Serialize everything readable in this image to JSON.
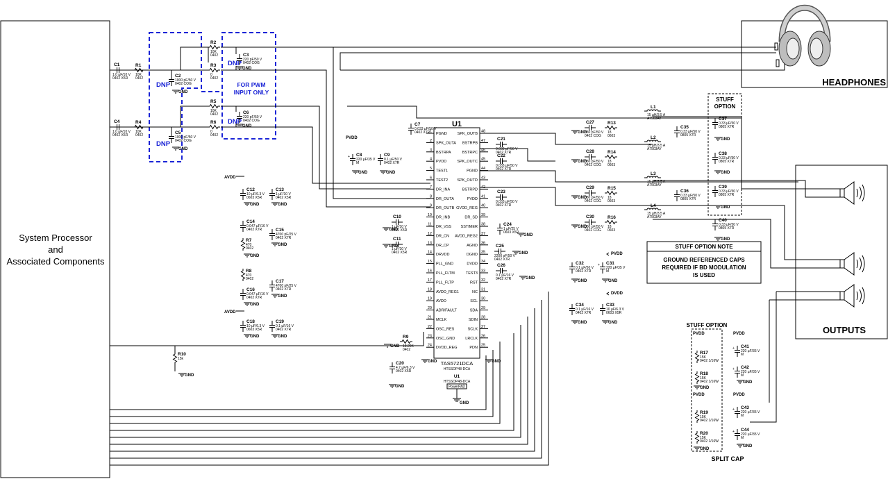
{
  "processor": {
    "line1": "System Processor",
    "line2": "and",
    "line3": "Associated Components"
  },
  "headphones_label": "HEADPHONES",
  "outputs_label": "OUTPUTS",
  "dnp": "DNP",
  "pwm_note": {
    "line1": "FOR PWM",
    "line2": "INPUT ONLY"
  },
  "stuff_option": {
    "line1": "STUFF",
    "line2": "OPTION"
  },
  "stuff_option_2": "STUFF OPTION",
  "stuff_note": {
    "title": "STUFF OPTION NOTE",
    "line1": "GROUND REFERENCED CAPS",
    "line2": "REQUIRED IF BD MODULATION",
    "line3": "IS USED"
  },
  "split_cap": "SPLIT CAP",
  "u1": {
    "ref": "U1",
    "part": "TAS5721DCA",
    "part2": "HTSSOP48-DCA",
    "pad_ref": "U1",
    "pad_part": "HTSSOP48-DCA",
    "pad_label": "PowerPAD"
  },
  "nets": {
    "gnd": "GND",
    "pvdd": "PVDD",
    "avdd": "AVDD",
    "dvdd": "DVDD"
  },
  "left_pins": [
    {
      "n": "1",
      "name": "PGND"
    },
    {
      "n": "2",
      "name": "SPK_OUTA"
    },
    {
      "n": "3",
      "name": "BSTRPA"
    },
    {
      "n": "4",
      "name": "PVDD"
    },
    {
      "n": "5",
      "name": "TEST1"
    },
    {
      "n": "6",
      "name": "TEST2"
    },
    {
      "n": "7",
      "name": "DR_INA"
    },
    {
      "n": "8",
      "name": "DR_OUTA"
    },
    {
      "n": "9",
      "name": "DR_OUTB"
    },
    {
      "n": "10",
      "name": "DR_INB"
    },
    {
      "n": "11",
      "name": "DR_VSS"
    },
    {
      "n": "12",
      "name": "DR_CN"
    },
    {
      "n": "13",
      "name": "DR_CP"
    },
    {
      "n": "14",
      "name": "DRVDD"
    },
    {
      "n": "15",
      "name": "PLL_GND"
    },
    {
      "n": "16",
      "name": "PLL_FLTM"
    },
    {
      "n": "17",
      "name": "PLL_FLTP"
    },
    {
      "n": "18",
      "name": "AVDD_REG1"
    },
    {
      "n": "19",
      "name": "AVDD"
    },
    {
      "n": "20",
      "name": "ADR/FAULT"
    },
    {
      "n": "21",
      "name": "MCLK"
    },
    {
      "n": "22",
      "name": "OSC_RES"
    },
    {
      "n": "23",
      "name": "OSC_GND"
    },
    {
      "n": "24",
      "name": "DVDD_REG"
    }
  ],
  "right_pins": [
    {
      "n": "48",
      "name": "SPK_OUTB"
    },
    {
      "n": "47",
      "name": "BSTRPB"
    },
    {
      "n": "46",
      "name": "BSTRPC"
    },
    {
      "n": "45",
      "name": "SPK_OUTC"
    },
    {
      "n": "44",
      "name": "PGND"
    },
    {
      "n": "43",
      "name": "SPK_OUTD"
    },
    {
      "n": "42",
      "name": "BSTRPD"
    },
    {
      "n": "41",
      "name": "PVDD"
    },
    {
      "n": "40",
      "name": "GVDD_REG"
    },
    {
      "n": "39",
      "name": "DR_SD"
    },
    {
      "n": "38",
      "name": "SSTIMER"
    },
    {
      "n": "37",
      "name": "AVDD_REG2"
    },
    {
      "n": "36",
      "name": "AGND"
    },
    {
      "n": "35",
      "name": "DGND"
    },
    {
      "n": "34",
      "name": "DVDD"
    },
    {
      "n": "33",
      "name": "TEST3"
    },
    {
      "n": "32",
      "name": "RST"
    },
    {
      "n": "31",
      "name": "NC"
    },
    {
      "n": "30",
      "name": "SCL"
    },
    {
      "n": "29",
      "name": "SDA"
    },
    {
      "n": "28",
      "name": "SDIN"
    },
    {
      "n": "27",
      "name": "SCLK"
    },
    {
      "n": "26",
      "name": "LRCLK"
    },
    {
      "n": "25",
      "name": "PDN"
    }
  ],
  "components": [
    {
      "ref": "C1",
      "v1": "1.0 µF/10 V",
      "v2": "0402 X5R"
    },
    {
      "ref": "R1",
      "v1": "10K",
      "v2": "0402"
    },
    {
      "ref": "C4",
      "v1": "1.0 µF/10 V",
      "v2": "0402 X5R"
    },
    {
      "ref": "R4",
      "v1": "10K",
      "v2": "0402"
    },
    {
      "ref": "R2",
      "v1": "10K",
      "v2": "0402"
    },
    {
      "ref": "R3",
      "v1": "0",
      "v2": "0402"
    },
    {
      "ref": "R5",
      "v1": "10K",
      "v2": "0402"
    },
    {
      "ref": "R6",
      "v1": "0",
      "v2": "0402"
    },
    {
      "ref": "C2",
      "v1": "1000 pF/50 V",
      "v2": "0402 COG"
    },
    {
      "ref": "C5",
      "v1": "1000 pF/50 V",
      "v2": "0402 COG"
    },
    {
      "ref": "C3",
      "v1": "220 pF/50 V",
      "v2": "0402 COG"
    },
    {
      "ref": "C6",
      "v1": "220 pF/50 V",
      "v2": "0402 COG"
    },
    {
      "ref": "C7",
      "v1": "0.033 µF/50 V",
      "v2": "0402 X7R"
    },
    {
      "ref": "C8",
      "v1": "220 µF/35 V",
      "v2": "M"
    },
    {
      "ref": "C9",
      "v1": "0.1 µF/50 V",
      "v2": "0402 X7R"
    },
    {
      "ref": "C10",
      "v1": "1 µF/10 V",
      "v2": "0402 X5R"
    },
    {
      "ref": "C11",
      "v1": "1 µF/10 V",
      "v2": "0402 X5R"
    },
    {
      "ref": "C12",
      "v1": "10 µF/6.3 V",
      "v2": "0603 X5R"
    },
    {
      "ref": "C13",
      "v1": "1 µF/10 V",
      "v2": "0402 X5R"
    },
    {
      "ref": "C14",
      "v1": "0.047 µF/16 V",
      "v2": "0402 X7R"
    },
    {
      "ref": "R7",
      "v1": "470",
      "v2": "0402"
    },
    {
      "ref": "C15",
      "v1": "4700 pF/25 V",
      "v2": "0402 X7R"
    },
    {
      "ref": "R8",
      "v1": "470",
      "v2": "0402"
    },
    {
      "ref": "C16",
      "v1": "0.047 µF/16 V",
      "v2": "0402 X7R"
    },
    {
      "ref": "C17",
      "v1": "4700 pF/25 V",
      "v2": "0402 X7R"
    },
    {
      "ref": "C18",
      "v1": "10 µF/6.3 V",
      "v2": "0603 X5R"
    },
    {
      "ref": "C19",
      "v1": "0.1 µF/16 V",
      "v2": "0402 X7R"
    },
    {
      "ref": "R9",
      "v1": "18.20K",
      "v2": "0402"
    },
    {
      "ref": "C20",
      "v1": "4.7 µF/6.3 V",
      "v2": "0402 X5R"
    },
    {
      "ref": "C21",
      "v1": "0.033 µF/50 V",
      "v2": "0402 X7R"
    },
    {
      "ref": "C22",
      "v1": "0.033 µF/50 V",
      "v2": "0402 X7R"
    },
    {
      "ref": "C23",
      "v1": "0.033 µF/50 V",
      "v2": "0402 X7R"
    },
    {
      "ref": "C24",
      "v1": "1 µF/25 V",
      "v2": "0603 X5R"
    },
    {
      "ref": "C25",
      "v1": "2200 pF/50 V",
      "v2": "0402 X7R"
    },
    {
      "ref": "C26",
      "v1": "0.1 µF/16 V",
      "v2": "0402 X7R"
    },
    {
      "ref": "C27",
      "v1": "330 pF/50 V",
      "v2": "0402 COG"
    },
    {
      "ref": "C28",
      "v1": "330 pF/50 V",
      "v2": "0402 COG"
    },
    {
      "ref": "C29",
      "v1": "330 pF/50 V",
      "v2": "0402 COG"
    },
    {
      "ref": "C30",
      "v1": "330 pF/50 V",
      "v2": "0402 COG"
    },
    {
      "ref": "R13",
      "v1": "18",
      "v2": "0603"
    },
    {
      "ref": "R14",
      "v1": "18",
      "v2": "0603"
    },
    {
      "ref": "R15",
      "v1": "18",
      "v2": "0603"
    },
    {
      "ref": "R16",
      "v1": "18",
      "v2": "0603"
    },
    {
      "ref": "L1",
      "v1": "15 µH/3.5 A",
      "v2": "A7503AY"
    },
    {
      "ref": "L2",
      "v1": "15 µH/3.5 A",
      "v2": "A7503AY"
    },
    {
      "ref": "L3",
      "v1": "15 µH/3.5 A",
      "v2": "A7503AY"
    },
    {
      "ref": "L4",
      "v1": "15 µH/3.5 A",
      "v2": "A7503AY"
    },
    {
      "ref": "C35",
      "v1": "0.33 µF/50 V",
      "v2": "0805 X7R"
    },
    {
      "ref": "C36",
      "v1": "0.33 µF/50 V",
      "v2": "0805 X7R"
    },
    {
      "ref": "C37",
      "v1": "0.33 µF/50 V",
      "v2": "0805 X7R"
    },
    {
      "ref": "C38",
      "v1": "0.33 µF/50 V",
      "v2": "0805 X7R"
    },
    {
      "ref": "C39",
      "v1": "0.33 µF/50 V",
      "v2": "0805 X7R"
    },
    {
      "ref": "C40",
      "v1": "0.33 µF/50 V",
      "v2": "0805 X7R"
    },
    {
      "ref": "C31",
      "v1": "220 µF/35 V",
      "v2": "M"
    },
    {
      "ref": "C32",
      "v1": "0.1 µF/50 V",
      "v2": "0402 X7R"
    },
    {
      "ref": "C33",
      "v1": "10 µF/6.3 V",
      "v2": "0603 X5R"
    },
    {
      "ref": "C34",
      "v1": "0.1 µF/16 V",
      "v2": "0402 X7R"
    },
    {
      "ref": "R17",
      "v1": "15K",
      "v2": "0402 1/16W"
    },
    {
      "ref": "R18",
      "v1": "15K",
      "v2": "0402 1/16W"
    },
    {
      "ref": "R19",
      "v1": "15K",
      "v2": "0402 1/16W"
    },
    {
      "ref": "R20",
      "v1": "15K",
      "v2": "0402 1/16W"
    },
    {
      "ref": "C41",
      "v1": "220 µF/35 V",
      "v2": "M"
    },
    {
      "ref": "C42",
      "v1": "220 µF/35 V",
      "v2": "M"
    },
    {
      "ref": "C43",
      "v1": "220 µF/35 V",
      "v2": "M"
    },
    {
      "ref": "C44",
      "v1": "220 µF/35 V",
      "v2": "M"
    },
    {
      "ref": "R10",
      "v1": "15k",
      "v2": ""
    }
  ]
}
